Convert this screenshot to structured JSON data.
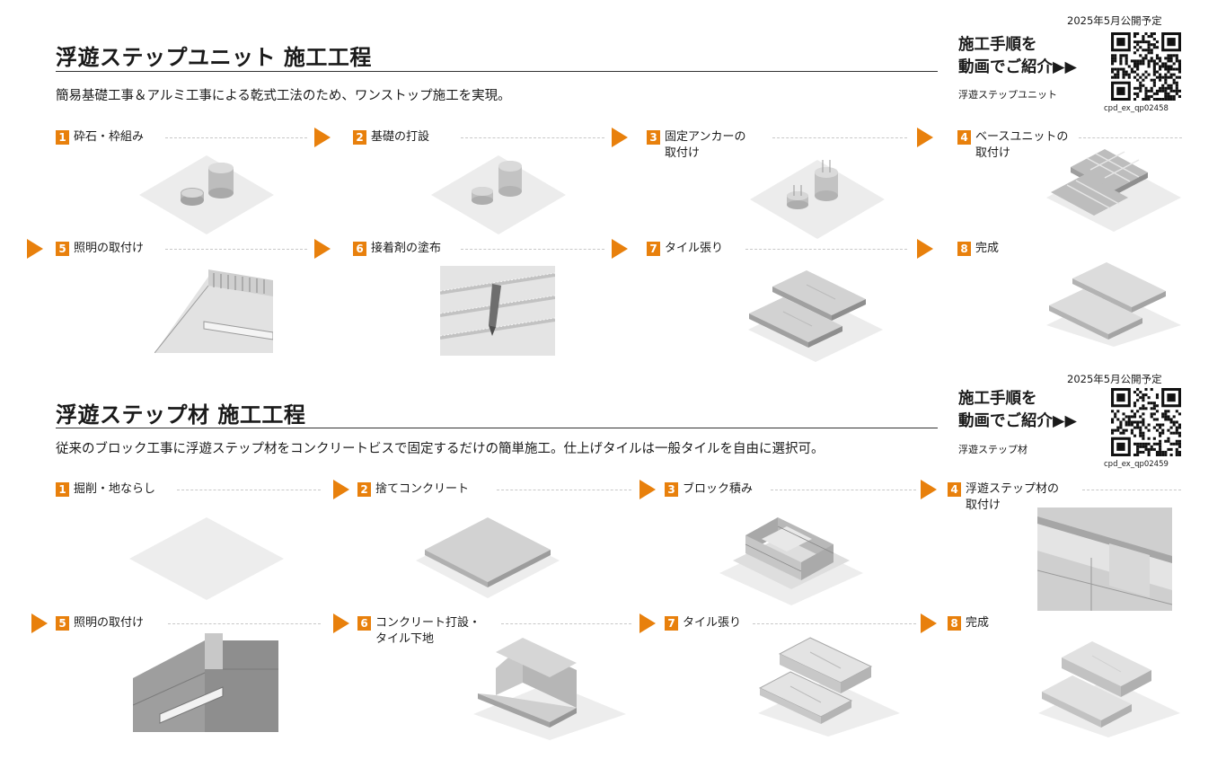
{
  "colors": {
    "accent": "#e8800c",
    "text": "#1a1a1a",
    "dashed": "#c8c8c8"
  },
  "unit": {
    "title": "浮遊ステップユニット 施工工程",
    "description": "簡易基礎工事＆アルミ工事による乾式工法のため、ワンストップ施工を実現。",
    "release": "2025年5月公開予定",
    "video_line1": "施工手順を",
    "video_line2": "動画でご紹介▶▶",
    "video_product": "浮遊ステップユニット",
    "qr_code": "cpd_ex_qp02458",
    "steps": [
      {
        "num": "1",
        "label": "砕石・枠組み"
      },
      {
        "num": "2",
        "label": "基礎の打設"
      },
      {
        "num": "3",
        "label": "固定アンカーの\n取付け"
      },
      {
        "num": "4",
        "label": "ベースユニットの\n取付け"
      },
      {
        "num": "5",
        "label": "照明の取付け"
      },
      {
        "num": "6",
        "label": "接着剤の塗布"
      },
      {
        "num": "7",
        "label": "タイル張り"
      },
      {
        "num": "8",
        "label": "完成"
      }
    ]
  },
  "material": {
    "title": "浮遊ステップ材 施工工程",
    "description": "従来のブロック工事に浮遊ステップ材をコンクリートビスで固定するだけの簡単施工。仕上げタイルは一般タイルを自由に選択可。",
    "release": "2025年5月公開予定",
    "video_line1": "施工手順を",
    "video_line2": "動画でご紹介▶▶",
    "video_product": "浮遊ステップ材",
    "qr_code": "cpd_ex_qp02459",
    "steps": [
      {
        "num": "1",
        "label": "掘削・地ならし"
      },
      {
        "num": "2",
        "label": "捨てコンクリート"
      },
      {
        "num": "3",
        "label": "ブロック積み"
      },
      {
        "num": "4",
        "label": "浮遊ステップ材の\n取付け"
      },
      {
        "num": "5",
        "label": "照明の取付け"
      },
      {
        "num": "6",
        "label": "コンクリート打設・\nタイル下地"
      },
      {
        "num": "7",
        "label": "タイル張り"
      },
      {
        "num": "8",
        "label": "完成"
      }
    ]
  }
}
